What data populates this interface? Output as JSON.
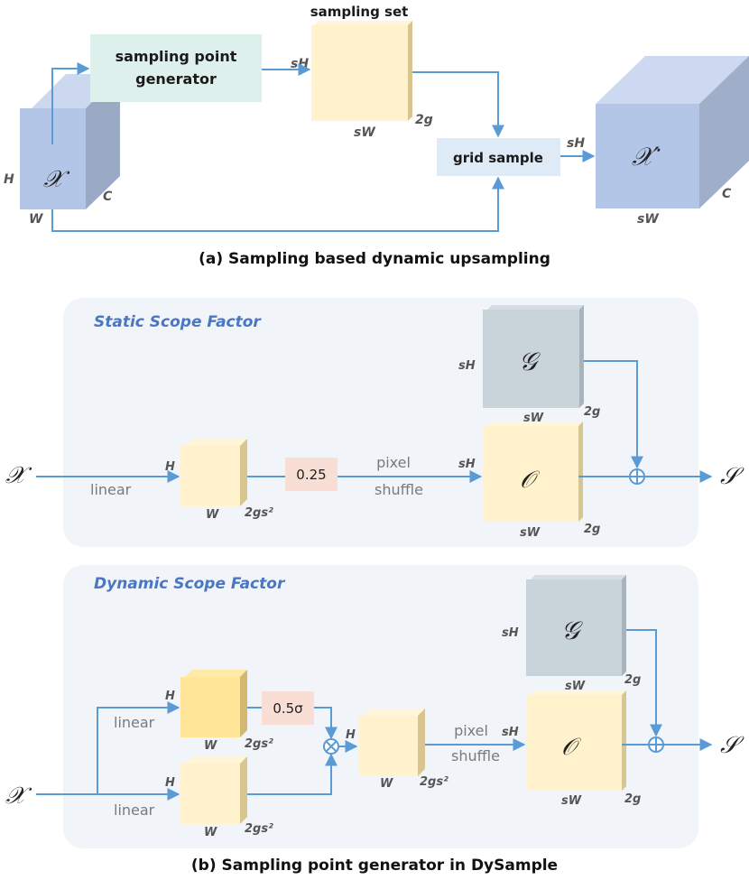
{
  "part_a": {
    "caption": "(a) Sampling based dynamic upsampling",
    "generator_line1": "sampling point",
    "generator_line2": "generator",
    "sampling_set_title": "sampling set",
    "grid_sample": "grid sample",
    "input_symbol": "𝒳",
    "output_symbol": "𝒳′",
    "dims": {
      "in_h": "H",
      "in_w": "W",
      "in_c": "C",
      "set_sh": "sH",
      "set_sw": "sW",
      "set_2g": "2g",
      "grid_sh": "sH",
      "out_sw": "sW",
      "out_c": "C"
    }
  },
  "part_b": {
    "caption": "(b) Sampling point generator in DySample",
    "static": {
      "title": "Static Scope Factor",
      "input_symbol": "𝒳",
      "linear": "linear",
      "factor": "0.25",
      "pixel": "pixel",
      "shuffle": "shuffle",
      "g_symbol": "𝒢",
      "o_symbol": "𝒪",
      "output_symbol": "𝒮",
      "dims": {
        "cube_h": "H",
        "cube_w": "W",
        "cube_c": "2gs²",
        "g_sh": "sH",
        "g_sw": "sW",
        "g_2g": "2g",
        "o_sh": "sH",
        "o_sw": "sW",
        "o_2g": "2g"
      }
    },
    "dynamic": {
      "title": "Dynamic Scope Factor",
      "input_symbol": "𝒳",
      "linear_top": "linear",
      "linear_bottom": "linear",
      "factor": "0.5σ",
      "pixel": "pixel",
      "shuffle": "shuffle",
      "g_symbol": "𝒢",
      "o_symbol": "𝒪",
      "output_symbol": "𝒮",
      "dims": {
        "top_h": "H",
        "top_w": "W",
        "top_c": "2gs²",
        "bot_h": "H",
        "bot_w": "W",
        "bot_c": "2gs²",
        "mid_h": "H",
        "mid_w": "W",
        "mid_c": "2gs²",
        "g_sh": "sH",
        "g_sw": "sW",
        "g_2g": "2g",
        "o_sh": "sH",
        "o_sw": "sW",
        "o_2g": "2g"
      }
    }
  },
  "colors": {
    "arrow": "#5b9bd5",
    "blue_cube": "#b4c6e7",
    "yellow": "#fff2cc",
    "yellow_dark": "#ffe699",
    "gray_blue": "#c9d4da",
    "generator_box": "#def0ec",
    "grid_box": "#deebf7",
    "factor_box": "#f8ded4",
    "panel_bg": "#f1f5f9",
    "panel_title": "#4a76c2"
  }
}
